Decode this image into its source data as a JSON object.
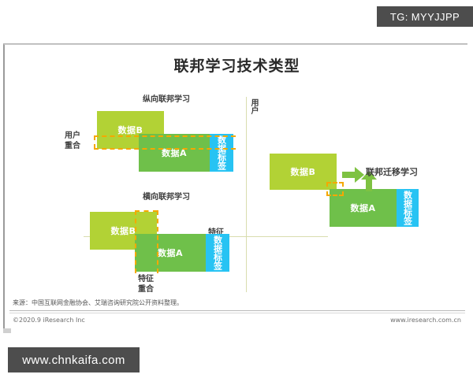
{
  "watermarks": {
    "top_badge": "TG: MYYJJPP",
    "bottom_badge": "www.chnkaifa.com"
  },
  "slide": {
    "title": "联邦学习技术类型",
    "axes": {
      "vertical_label": "用户",
      "horizontal_label": "特征"
    },
    "diagrams": {
      "vertical_fl": {
        "heading": "纵向联邦学习",
        "overlap_label": "用户\n重合",
        "overlap_label_line1": "用户",
        "overlap_label_line2": "重合",
        "box_b": "数据B",
        "box_a": "数据A",
        "box_label": "数据标签"
      },
      "horizontal_fl": {
        "heading": "横向联邦学习",
        "overlap_label_line1": "特征",
        "overlap_label_line2": "重合",
        "box_b": "数据B",
        "box_a": "数据A",
        "box_label": "数据标签"
      },
      "transfer_fl": {
        "heading": "联邦迁移学习",
        "box_b": "数据B",
        "box_a": "数据A",
        "box_label": "数据标签"
      }
    },
    "footer": {
      "source": "来源：中国互联网金融协会、艾瑞咨询研究院公开资料整理。",
      "copyright": "©2020.9 iResearch Inc",
      "url": "www.iresearch.com.cn"
    }
  },
  "colors": {
    "data_b": "#b2d235",
    "data_a": "#6fc04a",
    "data_label": "#27c3f3",
    "overlap_dash": "#f5a800",
    "axis": "#d8dcae",
    "watermark_bg": "#4d4d4d"
  }
}
